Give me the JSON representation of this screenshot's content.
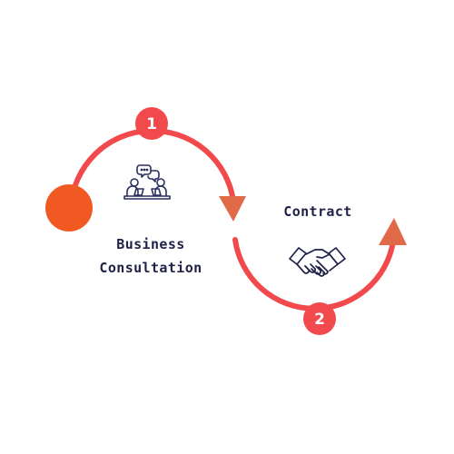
{
  "steps": [
    {
      "number": "1",
      "label_line1": "Business",
      "label_line2": "Consultation",
      "icon": "consultation-icon"
    },
    {
      "number": "2",
      "label": "Contract",
      "icon": "handshake-icon"
    }
  ],
  "colors": {
    "arc": "#f24a4c",
    "start_dot": "#f05a22",
    "arrow_head": "#e06a48",
    "badge": "#f24a4c",
    "text": "#1f2147",
    "icon_stroke": "#2a2f5e"
  }
}
